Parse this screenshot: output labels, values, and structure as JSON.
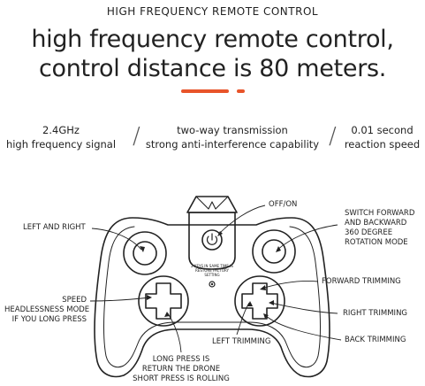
{
  "header": {
    "top_label": "HIGH FREQUENCY REMOTE CONTROL",
    "headline_line1": "high frequency remote control,",
    "headline_line2": "control distance is 80 meters."
  },
  "colors": {
    "accent": "#e8542a",
    "line": "#222222"
  },
  "features": [
    {
      "line1": "2.4GHz",
      "line2": "high frequency signal"
    },
    {
      "line1": "two-way transmission",
      "line2": "strong anti-interference capability"
    },
    {
      "line1": "0.01 second",
      "line2": "reaction speed"
    }
  ],
  "separator": "/",
  "controller": {
    "center_note": "2 KEYS IN SAME TIME IS RESTORE FACTORY SETTING",
    "callouts": {
      "off_on": "OFF/ON",
      "left_and_right": "LEFT AND RIGHT",
      "switch_line1": "SWITCH FORWARD",
      "switch_line2": "AND BACKWARD",
      "switch_line3": "360 DEGREE",
      "switch_line4": "ROTATION MODE",
      "forward_trimming": "FORWARD TRIMMING",
      "speed_line1": "SPEED",
      "speed_line2": "HEADLESSNESS MODE",
      "speed_line3": "IF YOU LONG PRESS",
      "right_trimming": "RIGHT TRIMMING",
      "back_trimming": "BACK TRIMMING",
      "left_trimming": "LEFT TRIMMING",
      "long_press_line1": "LONG PRESS IS",
      "long_press_line2": "RETURN THE DRONE",
      "long_press_line3": "SHORT PRESS IS ROLLING"
    }
  }
}
